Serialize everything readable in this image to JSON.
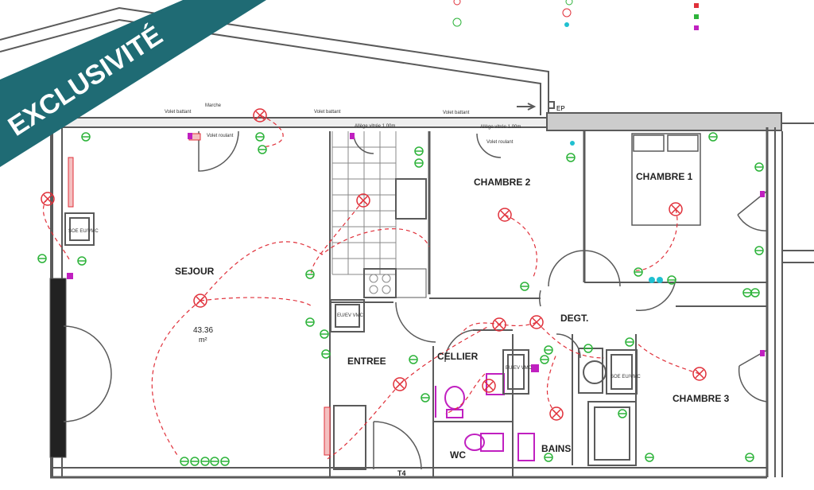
{
  "banner": {
    "text": "EXCLUSIVITÉ",
    "color": "#1f6b74"
  },
  "rooms": {
    "sejour": "SEJOUR",
    "sejour_area": "43.36",
    "sejour_unit": "m²",
    "chambre1": "CHAMBRE 1",
    "chambre2": "CHAMBRE 2",
    "chambre3": "CHAMBRE 3",
    "degt": "DEGT.",
    "entree": "ENTREE",
    "cellier": "CELLIER",
    "bains": "BAINS",
    "wc": "WC"
  },
  "labels": {
    "ep": "EP",
    "t4": "T4",
    "volet_battant": "Volet battant",
    "volet_roulant": "Volet roulant",
    "marche_haut": "Marche",
    "allege_vitree": "Allège vitrée 1.00m",
    "eu_ev_vmc": "EU/EV VMC",
    "soe_eu_vmc": "SOE EU/VMC"
  },
  "colors": {
    "wall": "#5a5a5a",
    "red_symbol": "#e0303a",
    "green_symbol": "#2db33a",
    "magenta_symbol": "#c020c0",
    "cyan_symbol": "#20c0d0",
    "dash": "#e0303a"
  }
}
